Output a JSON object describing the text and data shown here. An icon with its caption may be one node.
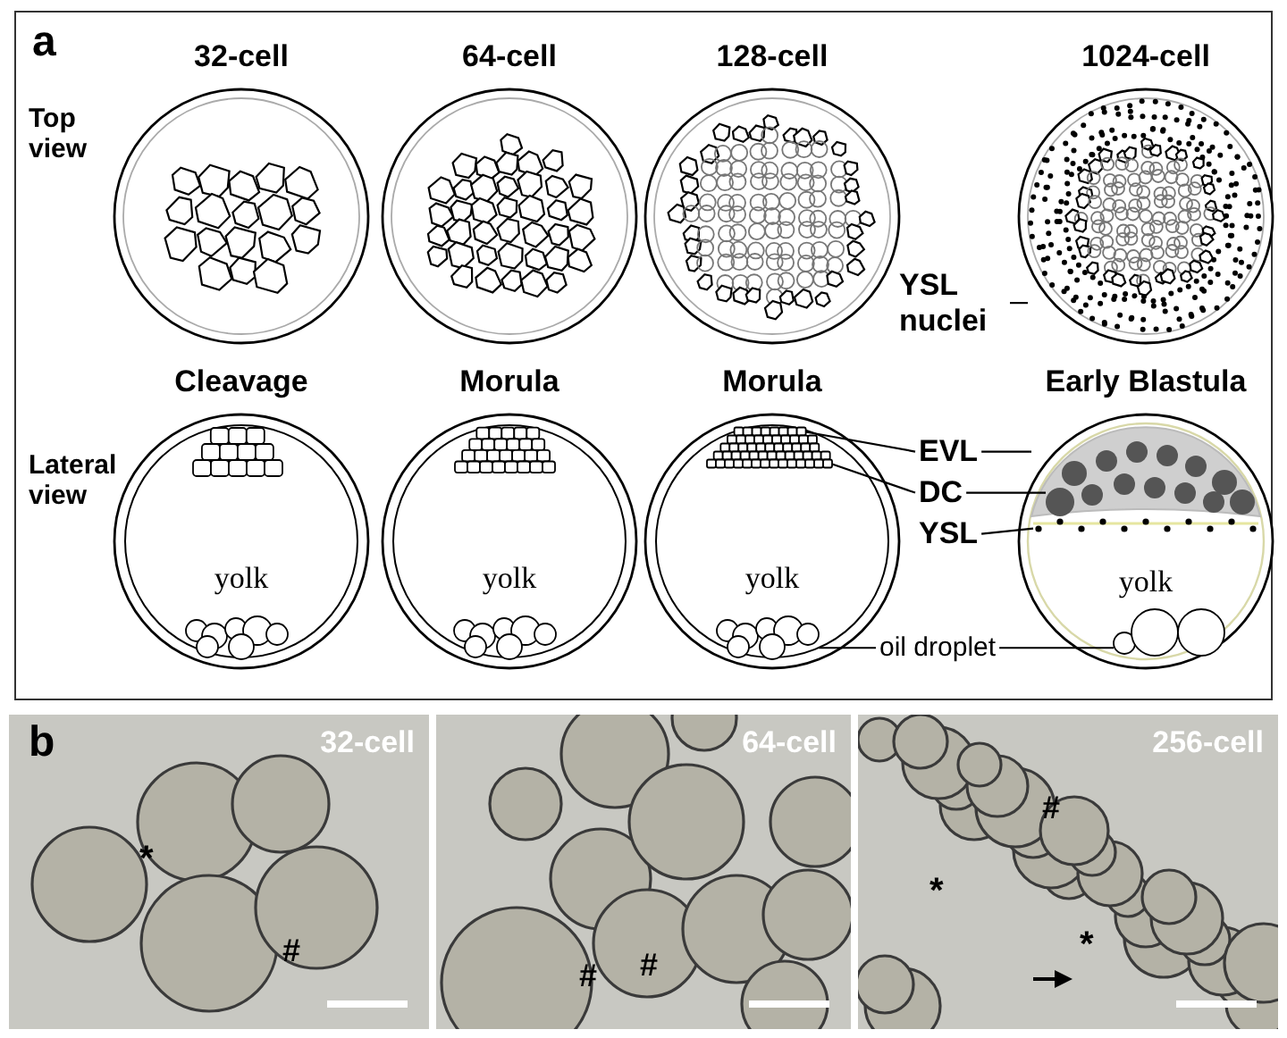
{
  "diagram": {
    "nodes": [
      {
        "text": [
          "32-cell"
        ]
      },
      {
        "text": [
          "64-cell"
        ]
      },
      {
        "text": [
          "128-cell"
        ]
      },
      {
        "text": [
          "1024-cell"
        ]
      },
      {
        "text": [
          "Cleavage",
          "yolk"
        ]
      },
      {
        "text": [
          "Morula",
          "yolk"
        ]
      },
      {
        "text": [
          "Morula",
          "yolk"
        ]
      },
      {
        "text": [
          "Early Blastula",
          "yolk"
        ]
      },
      {
        "text": [
          "YSL nuclei"
        ]
      },
      {
        "text": [
          "EVL"
        ]
      },
      {
        "text": [
          "DC"
        ]
      },
      {
        "text": [
          "YSL"
        ]
      },
      {
        "text": [
          "oil droplet"
        ]
      },
      {
        "text": [],
        "shape": "circle",
        "in": 3
      },
      {
        "text": [],
        "shape": "box",
        "in": 6
      },
      {
        "text": [],
        "shape": "box",
        "in": 6
      },
      {
        "text": [],
        "shape": "band",
        "in": 7
      },
      {
        "text": [],
        "shape": "circle",
        "in": 16
      },
      {
        "text": [],
        "shape": "band",
        "in": 7
      },
      {
        "text": [],
        "shape": "circle",
        "in": 6
      },
      {
        "text": [],
        "shape": "circle",
        "in": 7
      },
      {
        "text": [
          "32-cell"
        ]
      },
      {
        "text": [
          "64-cell"
        ]
      },
      {
        "text": [
          "256-cell"
        ]
      }
    ],
    "edges": [
      {
        "from": 8,
        "to": 13,
        "arrow": "none"
      },
      {
        "from": 9,
        "to": 14,
        "arrow": "none"
      },
      {
        "from": 9,
        "to": 16,
        "arrow": "none"
      },
      {
        "from": 10,
        "to": 15,
        "arrow": "none"
      },
      {
        "from": 10,
        "to": 17,
        "arrow": "none"
      },
      {
        "from": 11,
        "to": 18,
        "arrow": "none"
      },
      {
        "from": 12,
        "to": 19,
        "arrow": "none"
      },
      {
        "from": 12,
        "to": 20,
        "arrow": "none"
      }
    ],
    "labels": [
      "a",
      "Top view",
      "Lateral view",
      "b",
      "*",
      "#",
      "#",
      "#",
      "#",
      "*",
      "*"
    ]
  }
}
